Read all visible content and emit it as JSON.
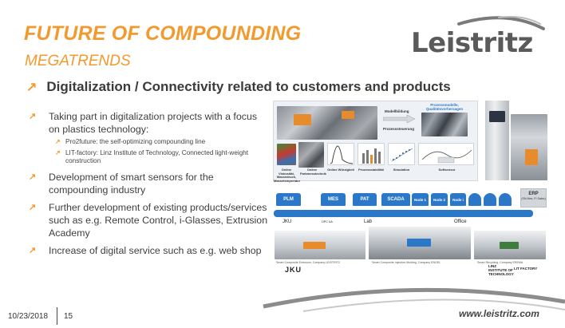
{
  "slide": {
    "title": "FUTURE OF COMPOUNDING",
    "subtitle": "MEGATRENDS",
    "heading": "Digitalization / Connectivity related to customers and products"
  },
  "logo": {
    "text": "Leistritz"
  },
  "bullets": [
    {
      "text": "Taking part in digitalization projects with a focus on plastics technology:",
      "sub": [
        "Pro2future: the self-optimizing compounding line",
        "LIT-factory: Linz Institute of Technology, Connected light-weight construction"
      ]
    },
    {
      "text": "Development of smart sensors for the compounding industry"
    },
    {
      "text": "Further development of existing products/services such as e.g. Remote Control, i-Glasses, Extrusion Academy"
    },
    {
      "text": "Increase of digital service such as e.g. web shop"
    }
  ],
  "figure": {
    "process": {
      "model": "Modellbildung",
      "control": "Prozesssteuerung",
      "result": "Prozessmodelle, Qualitätsvorhersagen",
      "captions": [
        "Online Viskosität, Massedruck, Massetemperatur",
        "Online Farbmesstechnik",
        "Online Würzigkeit",
        "Prozessstabilität",
        "Simulation",
        "Softsensor"
      ]
    },
    "modules": [
      "PLM",
      "MES",
      "PAT",
      "SCADA",
      "Node 1",
      "Node 2",
      "Node i"
    ],
    "erp": {
      "label": "ERP",
      "sub": "(SN Mes, FI Sales)"
    },
    "nodes": [
      "JKU",
      "OPC UA",
      "Lab",
      "Office"
    ],
    "factories": [
      "Smart Composite Extrusion, Company LEISTRITZ",
      "Smart Composite Injection Molding, Company ENGEL",
      "Smart Recycling, Company EREMA"
    ],
    "jku_logo": "JKU",
    "lit_logo": "LINZ INSTITUTE OF TECHNOLOGY",
    "lit_factory": "LIT FACTORY"
  },
  "footer": {
    "date": "10/23/2018",
    "page": "15",
    "url": "www.leistritz.com"
  },
  "colors": {
    "accent": "#f39a2e",
    "blue": "#2b78c9",
    "text": "#3a3a3a"
  }
}
